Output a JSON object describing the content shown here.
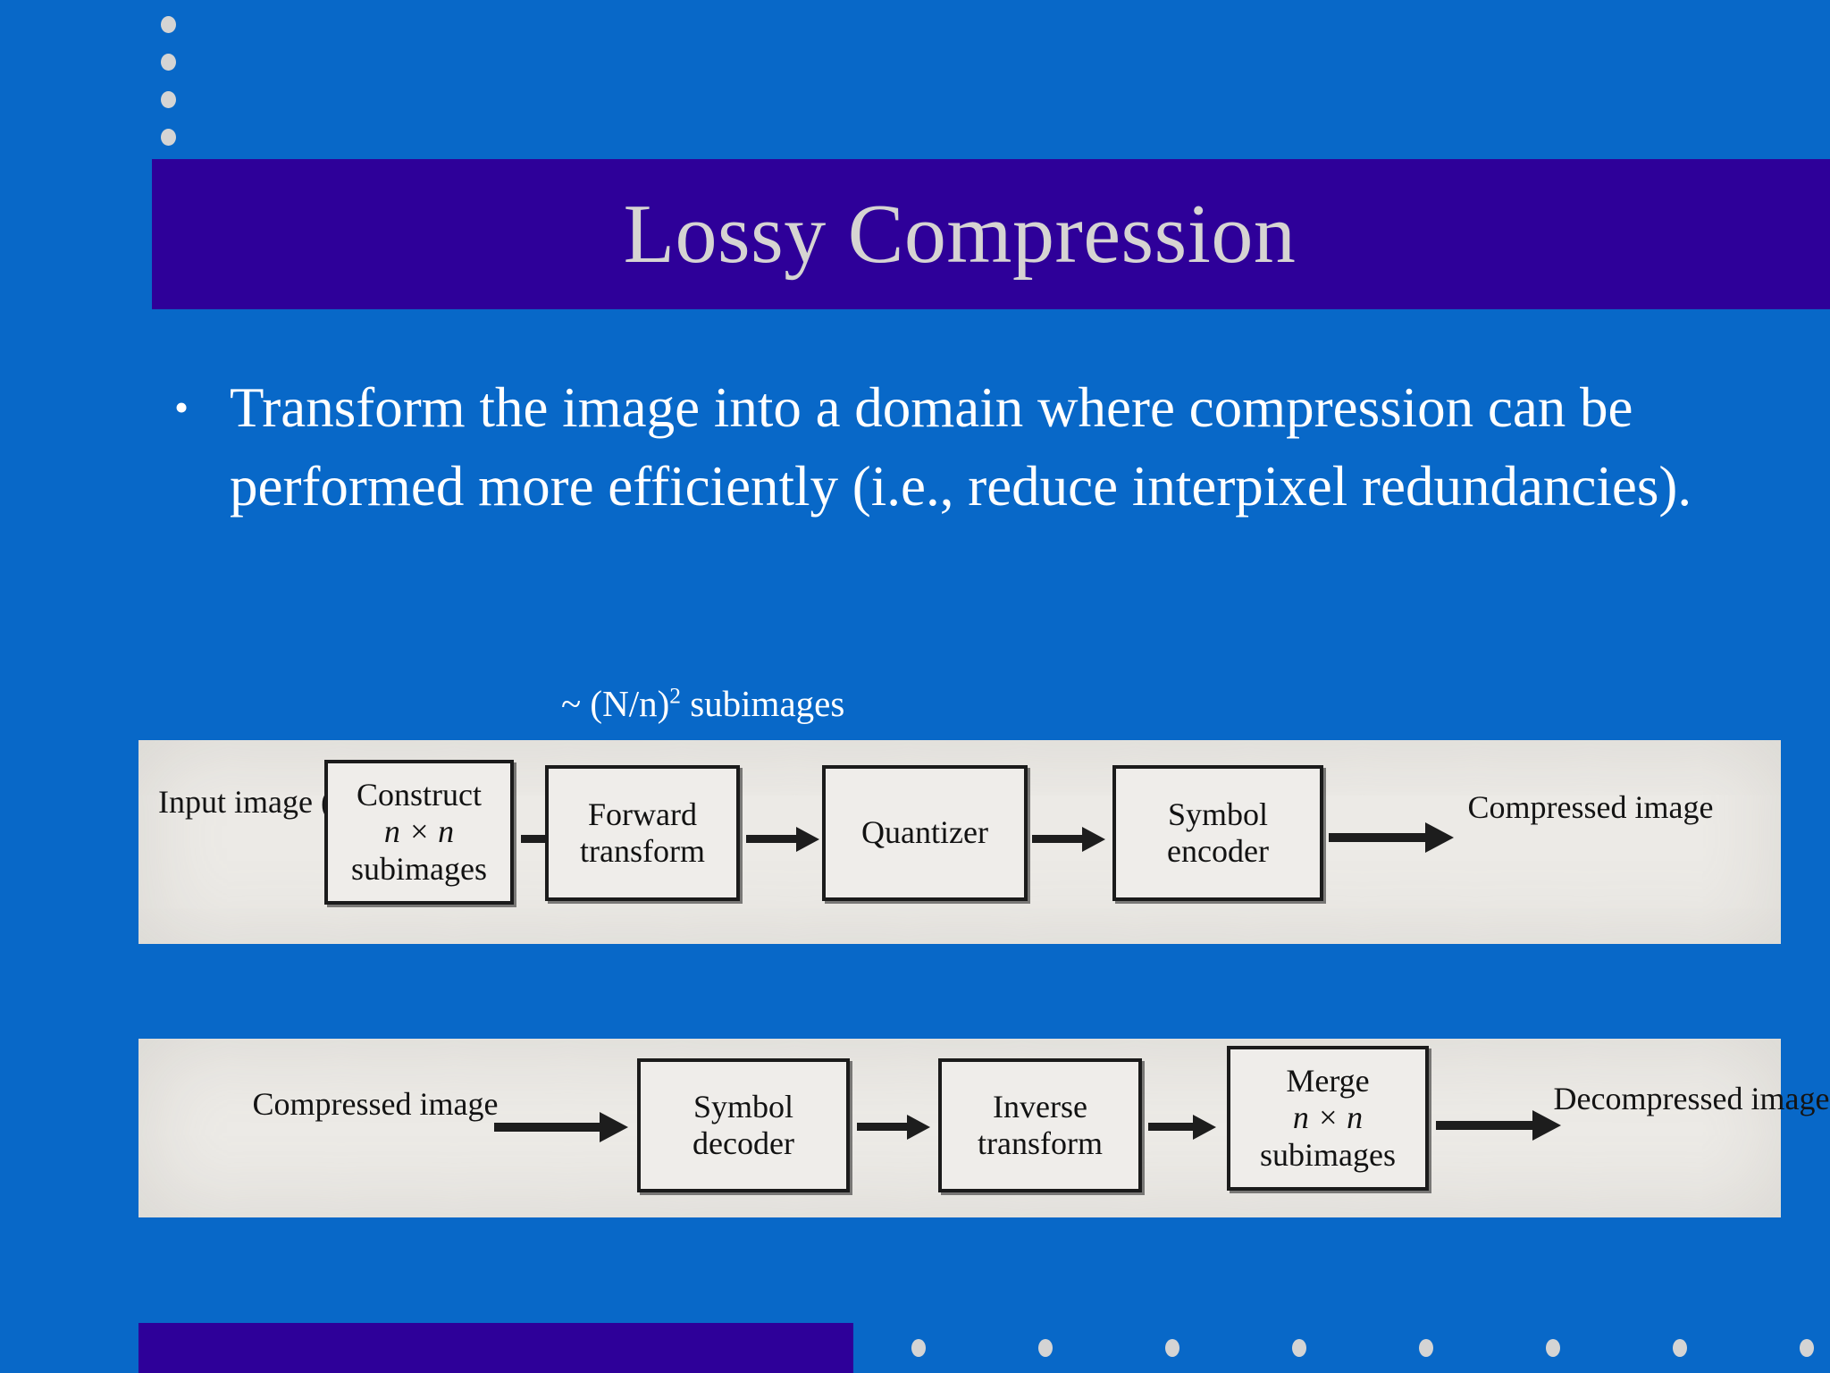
{
  "slide": {
    "title": "Lossy Compression",
    "background_color": "#0868c8",
    "accent_color": "#2e0099",
    "title_text_color": "#d6d4d2",
    "body_text_color": "#ffffff"
  },
  "body": {
    "bullet_marker": "•",
    "bullet_text": "Transform the image into a domain where compression can be performed more efficiently (i.e., reduce interpixel redundancies)."
  },
  "annotation": {
    "prefix": "~ (N/n)",
    "superscript": "2",
    "suffix": " subimages"
  },
  "encoder_diagram": {
    "input_label_lines": [
      "Input",
      "image",
      "(N×N)"
    ],
    "output_label_lines": [
      "Compressed",
      "image"
    ],
    "blocks": [
      {
        "lines": [
          "Construct",
          "n × n",
          "subimages"
        ],
        "italic_lines": [
          1
        ]
      },
      {
        "lines": [
          "Forward",
          "transform"
        ],
        "italic_lines": []
      },
      {
        "lines": [
          "Quantizer"
        ],
        "italic_lines": []
      },
      {
        "lines": [
          "Symbol",
          "encoder"
        ],
        "italic_lines": []
      }
    ]
  },
  "decoder_diagram": {
    "input_label_lines": [
      "Compressed",
      "image"
    ],
    "output_label_lines": [
      "Decompressed",
      "image"
    ],
    "blocks": [
      {
        "lines": [
          "Symbol",
          "decoder"
        ],
        "italic_lines": []
      },
      {
        "lines": [
          "Inverse",
          "transform"
        ],
        "italic_lines": []
      },
      {
        "lines": [
          "Merge",
          "n × n",
          "subimages"
        ],
        "italic_lines": [
          1
        ]
      }
    ]
  },
  "decorations": {
    "top_dot_count": 4,
    "footer_dot_count": 8,
    "dot_color": "#d4d4d4"
  }
}
